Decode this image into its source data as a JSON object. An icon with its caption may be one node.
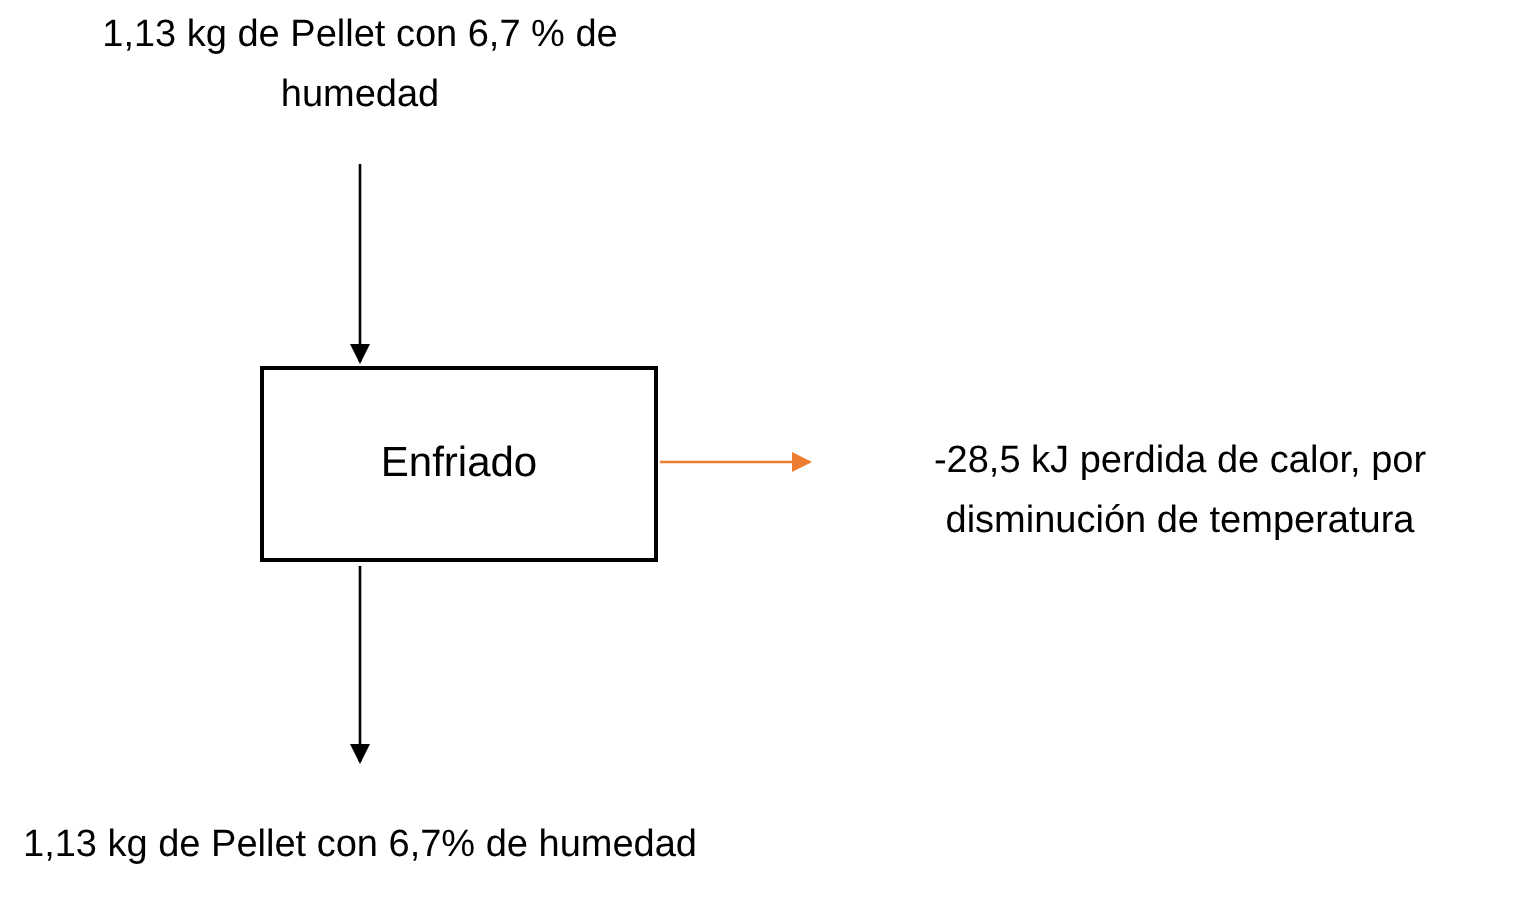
{
  "diagram": {
    "nodes": [
      {
        "text": [
          "1,13 kg de Pellet con 6,7 % de humedad"
        ]
      },
      {
        "text": [
          "Enfriado"
        ]
      },
      {
        "text": [
          "1,13 kg de Pellet con 6,7% de humedad"
        ]
      },
      {
        "text": [
          "-28,5 kJ perdida de calor, por disminución de temperatura"
        ]
      }
    ],
    "edges": [
      {
        "from": 0,
        "to": 1,
        "arrow": "to"
      },
      {
        "from": 1,
        "to": 2,
        "arrow": "to"
      },
      {
        "from": 1,
        "to": 3,
        "arrow": "to",
        "color": "#ed7d31"
      }
    ]
  }
}
